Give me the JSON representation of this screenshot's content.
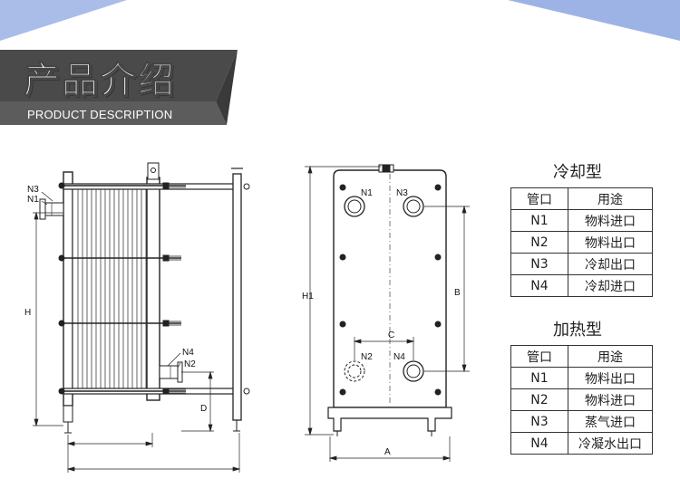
{
  "header": {
    "title": "产品介绍",
    "subtitle": "PRODUCT DESCRIPTION"
  },
  "colors": {
    "banner_dark": "#4a4a4a",
    "banner_light": "#5f5f5f",
    "corner_blue": "#9db3e6",
    "line": "#222222"
  },
  "side_view": {
    "labels": {
      "n3": "N3",
      "n1": "N1",
      "n4": "N4",
      "n2": "N2",
      "h": "H",
      "d": "D"
    }
  },
  "front_view": {
    "labels": {
      "n1": "N1",
      "n3": "N3",
      "n2": "N2",
      "n4": "N4",
      "h1": "H1",
      "b": "B",
      "c": "C",
      "a": "A"
    }
  },
  "cooling": {
    "title": "冷却型",
    "headers": [
      "管口",
      "用途"
    ],
    "rows": [
      [
        "N1",
        "物料进口"
      ],
      [
        "N2",
        "物料出口"
      ],
      [
        "N3",
        "冷却出口"
      ],
      [
        "N4",
        "冷却进口"
      ]
    ]
  },
  "heating": {
    "title": "加热型",
    "headers": [
      "管口",
      "用途"
    ],
    "rows": [
      [
        "N1",
        "物料出口"
      ],
      [
        "N2",
        "物料进口"
      ],
      [
        "N3",
        "蒸气进口"
      ],
      [
        "N4",
        "冷凝水出口"
      ]
    ]
  }
}
